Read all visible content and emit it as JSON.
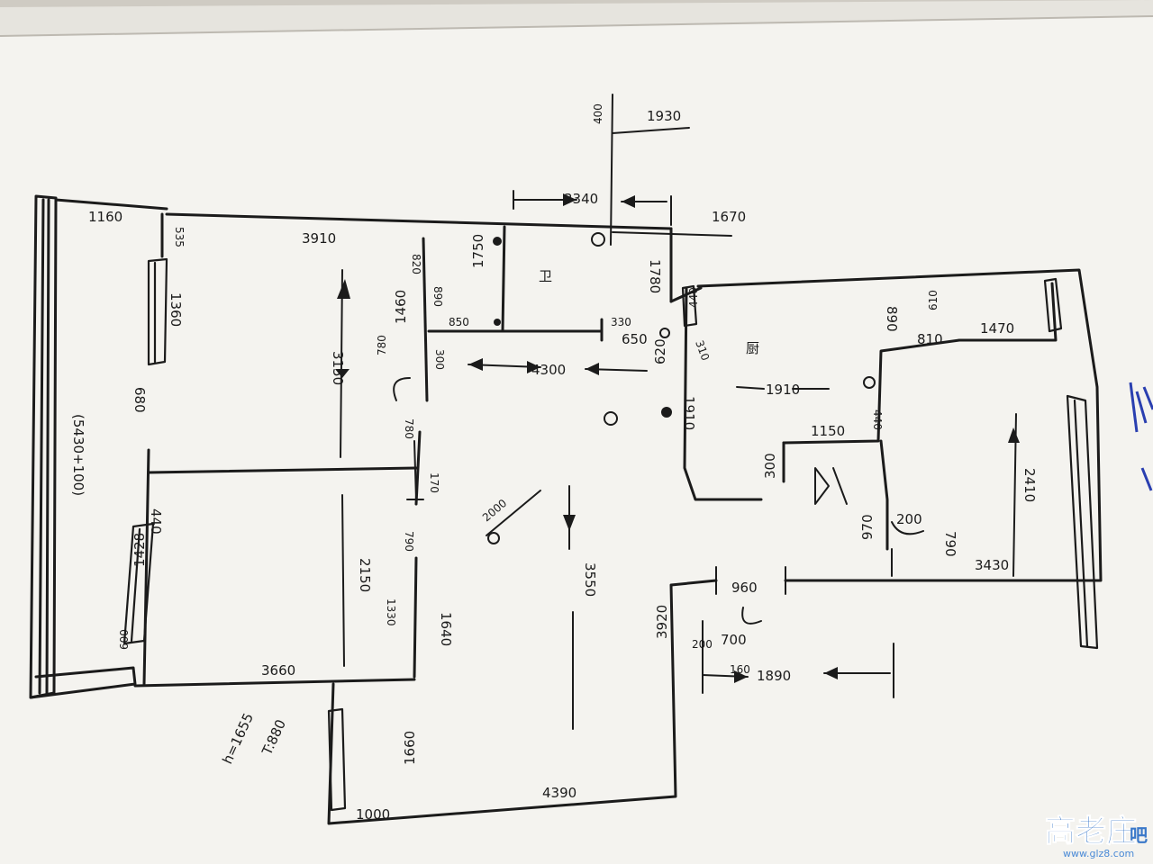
{
  "dimensions": {
    "d1930": "1930",
    "d3340": "3340",
    "d1670": "1670",
    "d1160": "1160",
    "d3910": "3910",
    "d535": "535",
    "d1360": "1360",
    "d680": "680",
    "d5430": "(5430+100)",
    "d3150": "3150",
    "d820": "820",
    "d890a": "890",
    "d1750": "1750",
    "d850": "850",
    "d1460": "1460",
    "d300a": "300",
    "d780a": "780",
    "d780b": "780",
    "d170": "170",
    "d4300": "4300",
    "d330": "330",
    "d650": "650",
    "d1780": "1780",
    "d440a": "440",
    "d310": "310",
    "d620": "620",
    "d1910": "1910",
    "d1910b": "1910",
    "d890b": "890",
    "d610": "610",
    "d810": "810",
    "d1470": "1470",
    "d440b": "440",
    "d1150": "1150",
    "d300b": "300",
    "d2410": "2410",
    "d200a": "200",
    "d700": "700",
    "d160": "160",
    "d970": "970",
    "d200b": "200",
    "d790a": "790",
    "d3430": "3430",
    "d960": "960",
    "d440c": "440",
    "d1428": "1428",
    "d2150": "2150",
    "d790b": "790",
    "d1640": "1640",
    "d1330": "1330",
    "d3550": "3550",
    "d3920": "3920",
    "d1890": "1890",
    "d600": "600",
    "d3660": "3660",
    "d1655": "h=1655",
    "d880": "T:880",
    "d1660": "1660",
    "d1000": "1000",
    "d4390": "4390",
    "d2000": "2000",
    "d400": "400"
  },
  "room_labels": {
    "bath": "卫",
    "kitchen": "厨"
  },
  "watermark": {
    "brand": "高老庄",
    "suffix": "吧",
    "url": "www.glz8.com"
  },
  "colors": {
    "paper": "#f4f3ef",
    "ink": "#1b1b1b",
    "marker_blue": "#2a3fb0"
  }
}
